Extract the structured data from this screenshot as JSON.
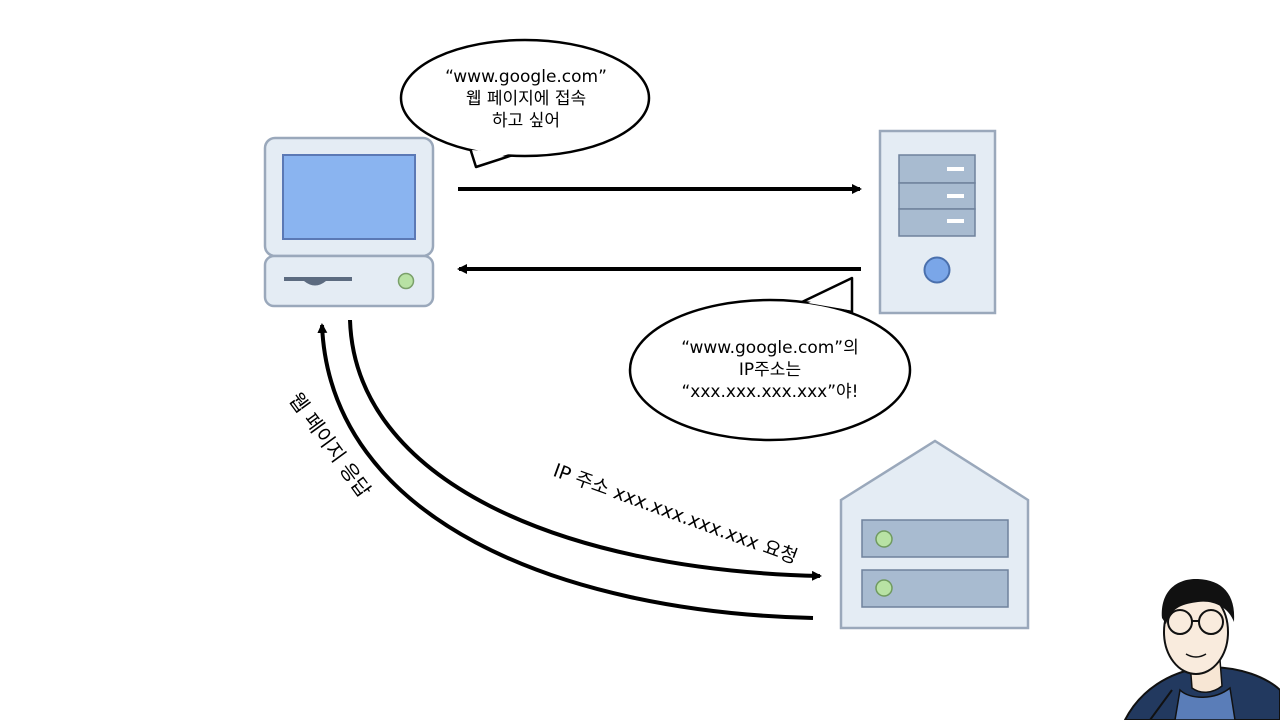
{
  "bubble_request": {
    "line1": "“www.google.com”",
    "line2": "웹 페이지에 접속",
    "line3": "하고 싶어"
  },
  "bubble_response": {
    "line1": "“www.google.com”의",
    "line2": "IP주소는",
    "line3": "“xxx.xxx.xxx.xxx”야!"
  },
  "label_ip_request": "IP 주소 xxx.xxx.xxx.xxx 요청",
  "label_web_response": "웹 페이지 응답",
  "colors": {
    "device_fill": "#e4ecf4",
    "device_stroke": "#9aa8bb",
    "screen_fill": "#8ab4f0",
    "screen_stroke": "#5b79b5",
    "slot_fill": "#a8bbd0",
    "slot_stroke": "#6f829c",
    "led_green": "#b8e2a4",
    "power_blue": "#7aa6e8"
  },
  "icons": [
    "client-computer-icon",
    "dns-server-icon",
    "web-server-icon",
    "presenter-avatar-icon"
  ]
}
